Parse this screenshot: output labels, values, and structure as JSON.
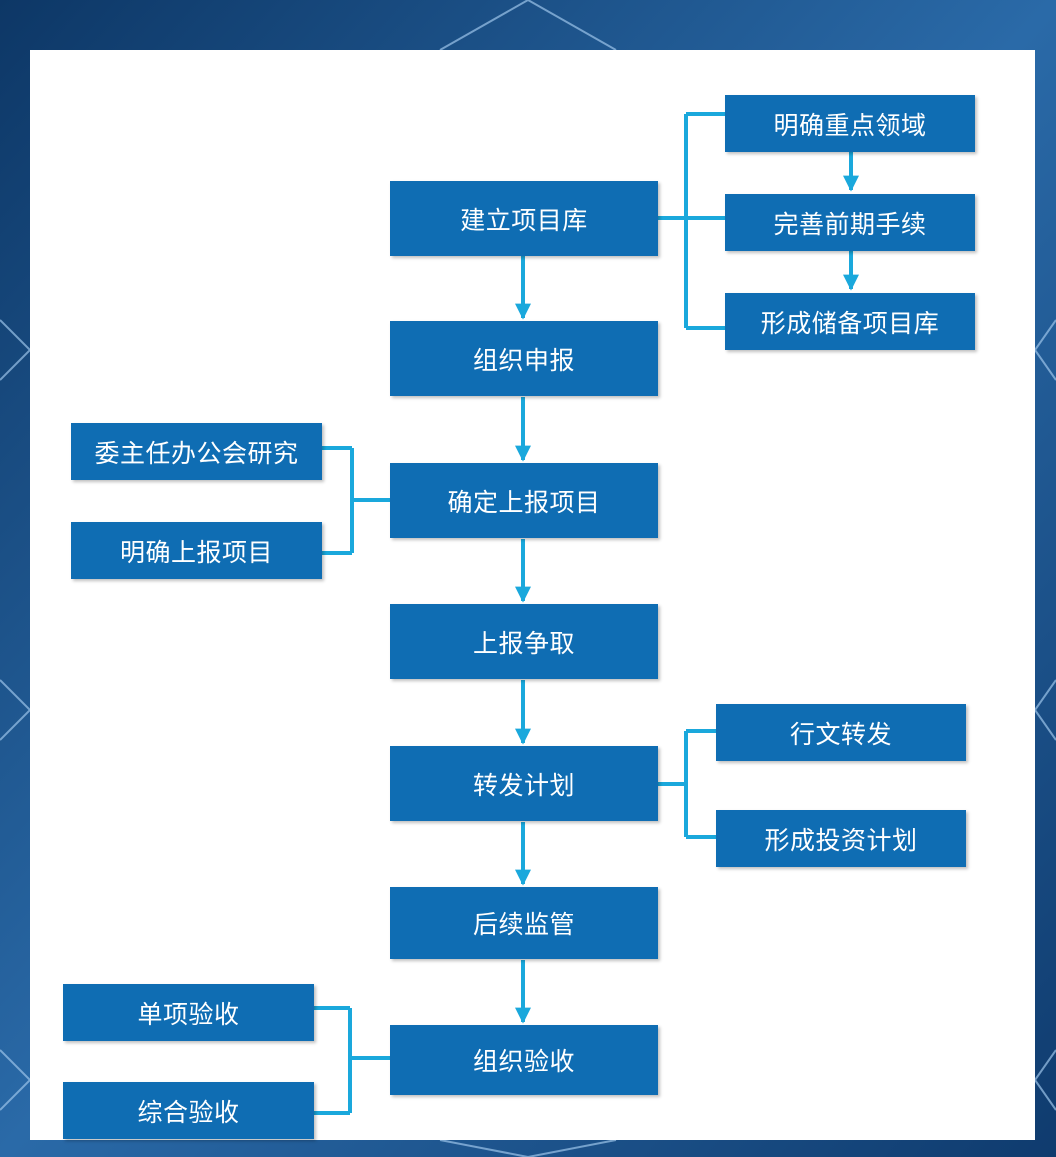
{
  "colors": {
    "box_fill": "#0f6db3",
    "connector": "#1aa8dc",
    "background_dark": "#0f3b6e",
    "panel": "#ffffff"
  },
  "main_flow": [
    "建立项目库",
    "组织申报",
    "确定上报项目",
    "上报争取",
    "转发计划",
    "后续监管",
    "组织验收"
  ],
  "branches": {
    "project_library": [
      "明确重点领域",
      "完善前期手续",
      "形成储备项目库"
    ],
    "confirm_projects": [
      "委主任办公会研究",
      "明确上报项目"
    ],
    "forward_plan": [
      "行文转发",
      "形成投资计划"
    ],
    "acceptance": [
      "单项验收",
      "综合验收"
    ]
  }
}
